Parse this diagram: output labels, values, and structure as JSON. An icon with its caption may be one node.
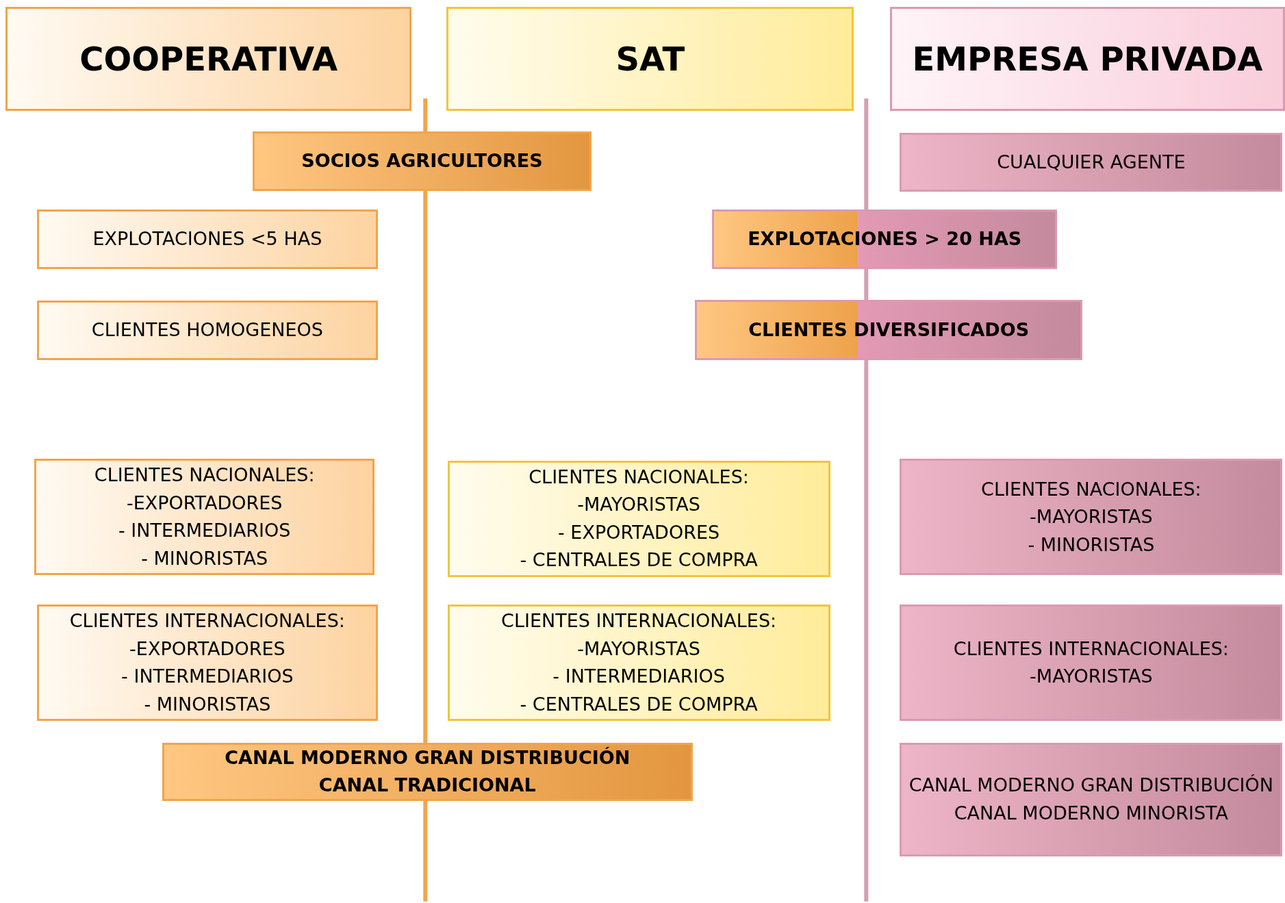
{
  "diagram": {
    "nodes": [
      {
        "text": [
          "COOPERATIVA"
        ]
      },
      {
        "text": [
          "SAT"
        ]
      },
      {
        "text": [
          "EMPRESA PRIVADA"
        ]
      },
      {
        "text": [
          "SOCIOS AGRICULTORES"
        ]
      },
      {
        "text": [
          "CUALQUIER AGENTE"
        ]
      },
      {
        "text": [
          "EXPLOTACIONES <5 HAS"
        ]
      },
      {
        "text": [
          "EXPLOTACIONES > 20 HAS"
        ]
      },
      {
        "text": [
          "CLIENTES HOMOGENEOS"
        ]
      },
      {
        "text": [
          "CLIENTES DIVERSIFICADOS"
        ]
      },
      {
        "text": [
          "CLIENTES NACIONALES:",
          "-EXPORTADORES",
          "- INTERMEDIARIOS",
          "- MINORISTAS"
        ]
      },
      {
        "text": [
          "CLIENTES NACIONALES:",
          "-MAYORISTAS",
          "- EXPORTADORES",
          "- CENTRALES DE COMPRA"
        ]
      },
      {
        "text": [
          "CLIENTES NACIONALES:",
          "-MAYORISTAS",
          "- MINORISTAS"
        ]
      },
      {
        "text": [
          "CLIENTES INTERNACIONALES:",
          "-EXPORTADORES",
          "- INTERMEDIARIOS",
          "- MINORISTAS"
        ]
      },
      {
        "text": [
          "CLIENTES INTERNACIONALES:",
          "-MAYORISTAS",
          "- INTERMEDIARIOS",
          "- CENTRALES DE COMPRA"
        ]
      },
      {
        "text": [
          "CLIENTES INTERNACIONALES:",
          "-MAYORISTAS"
        ]
      },
      {
        "text": [
          "CANAL MODERNO GRAN DISTRIBUCIÓN",
          "CANAL TRADICIONAL"
        ]
      },
      {
        "text": [
          "CANAL MODERNO GRAN DISTRIBUCIÓN",
          "CANAL MODERNO MINORISTA"
        ]
      }
    ]
  }
}
